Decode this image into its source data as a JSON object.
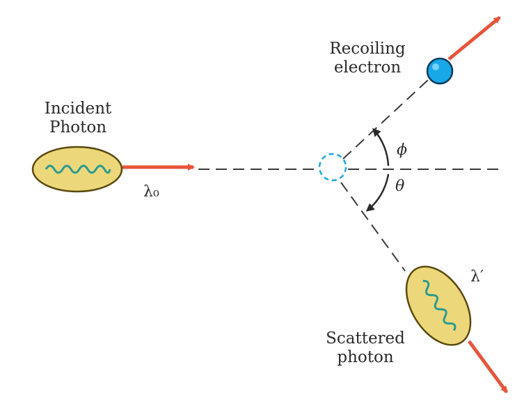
{
  "labels": {
    "incident": [
      "Incident",
      "Photon"
    ],
    "electron": [
      "Recoiling",
      "electron"
    ],
    "scattered": [
      "Scattered",
      "photon"
    ]
  },
  "symbols": {
    "lambda0": "λ₀",
    "lambda_prime": "λ′",
    "phi": "ϕ",
    "theta": "θ"
  },
  "colors": {
    "photon_fill": "#ecd87a",
    "photon_stroke": "#5a4a10",
    "wave": "#2a9a90",
    "arrow": "#e8543a",
    "electron": "#18a8e8",
    "dashed": "#3a3a3a"
  }
}
